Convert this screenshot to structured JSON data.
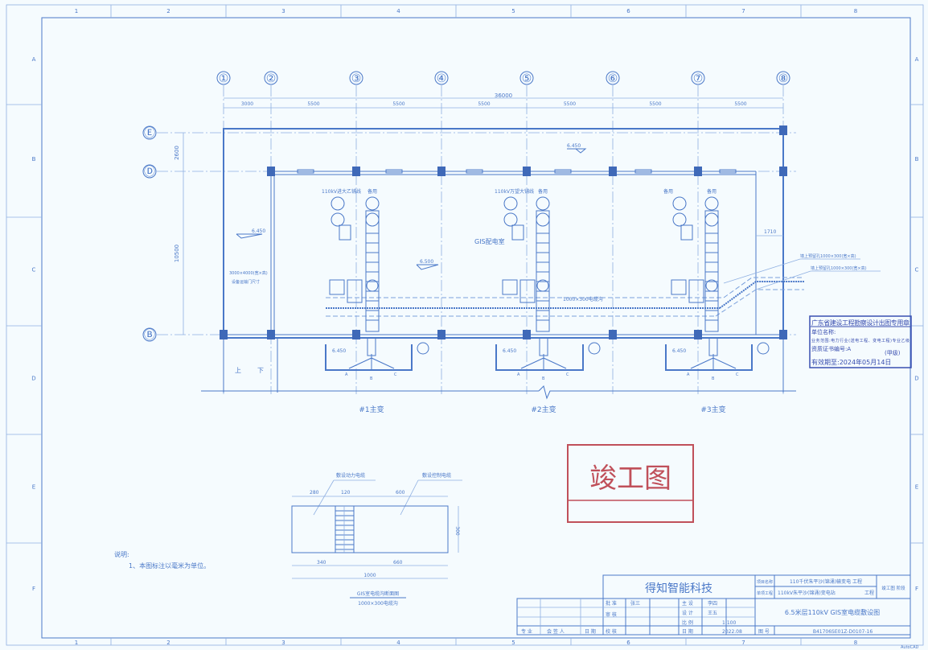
{
  "frame": {
    "col_numbers": [
      "1",
      "2",
      "3",
      "4",
      "5",
      "6",
      "7",
      "8"
    ],
    "row_letters": [
      "A",
      "B",
      "C",
      "D",
      "E",
      "F"
    ],
    "software_mark": "AutoCAD"
  },
  "plan": {
    "axes_x": [
      "①",
      "②",
      "③",
      "④",
      "⑤",
      "⑥",
      "⑦",
      "⑧"
    ],
    "axes_y": [
      "Ⓔ",
      "Ⓓ",
      "Ⓑ"
    ],
    "total_dim": "36000",
    "bay_dims": [
      "3000",
      "5500",
      "5500",
      "5500",
      "5500",
      "5500",
      "5500"
    ],
    "vert_dims": [
      "2600",
      "10500"
    ],
    "right_dim": "1710",
    "levels": {
      "roof": "6.450",
      "left_room": "6.450",
      "gis_floor": "6.500",
      "tx1": "6.450",
      "tx2": "6.450",
      "tx3": "6.450"
    },
    "room_label": "GIS配电室",
    "bay1_labels": [
      "110kV进大乙铺线",
      "备用"
    ],
    "bay2_labels": [
      "110kV万望大铺线",
      "备用"
    ],
    "bay3_labels": [
      "备用",
      "备用"
    ],
    "trench_label": "1000×300电缆沟",
    "door_note_1": "3000×4000(宽×高)",
    "door_note_2": "设备运输门尺寸",
    "stair_up": "上",
    "stair_down": "下",
    "wall_hole_1": "墙上预留孔1000×300(宽×高)",
    "wall_hole_2": "墙上预留孔1000×300(宽×高)",
    "phases": [
      "A",
      "B",
      "C"
    ],
    "transformers": [
      "#1主变",
      "#2主变",
      "#3主变"
    ]
  },
  "section": {
    "label_power": "敷设动力电缆",
    "label_control": "敷设控制电缆",
    "top_dims": [
      "280",
      "120",
      "600"
    ],
    "height_dim": "300",
    "bottom_dims": [
      "340",
      "660"
    ],
    "total_dim": "1000",
    "title": "GIS室电缆沟断面图",
    "subtitle": "1000×300电缆沟"
  },
  "notes": {
    "heading": "说明:",
    "items": [
      "1、本图标注以毫米为单位。"
    ]
  },
  "stamp_red": {
    "text": "竣工图"
  },
  "stamp_blue": {
    "title": "广东省建设工程勘察设计出图专用章",
    "unit": "单位名称:",
    "scope": "业务范围:电力行业(送电工程、变电工程)专业乙级",
    "cert": "资质证书编号:A",
    "grade": "(甲级)",
    "valid": "有效期至:2024年05月14日"
  },
  "title_block": {
    "company": "得知智能科技",
    "project_name_label": "项目名称",
    "project_name": "110千伏朱平沙(锦涌)输变电 工程",
    "sub_project_label": "单项工程",
    "sub_project": "110kV朱平沙(锦涌)变电站",
    "sub_project_suffix": "工程",
    "stage": "竣工图 阶段",
    "drawing_title": "6.5米层110kV GIS室电缆敷设图",
    "approve_label": "批 准",
    "approve_name": "张三",
    "review_label": "审 核",
    "check_label": "校 核",
    "chief_label": "主 设",
    "chief_name": "李四",
    "design_label": "设 计",
    "design_name": "王五",
    "scale_label": "比 例",
    "scale": "1:100",
    "date_label": "日 期",
    "date": "2022.08",
    "drawing_no_label": "图 号",
    "drawing_no": "B41706SE01Z-D0107-16",
    "sign_specialty": "专 业",
    "sign_person": "会 签 人",
    "sign_date": "日 期"
  }
}
